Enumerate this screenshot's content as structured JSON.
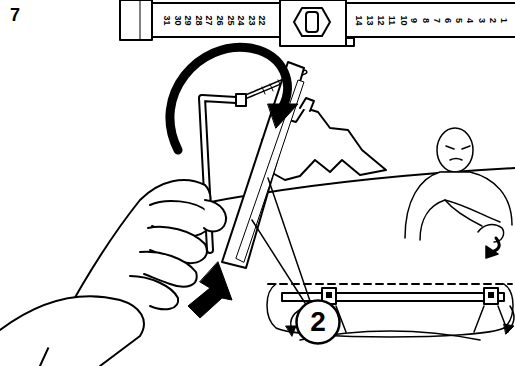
{
  "diagram": {
    "nodes": [
      {
        "text": [
          "2"
        ]
      }
    ],
    "labels": [
      "7",
      "31",
      "30",
      "29",
      "28",
      "27",
      "26",
      "25",
      "24",
      "23",
      "22",
      "14",
      "13",
      "12",
      "11",
      "10",
      "9",
      "8",
      "7",
      "6",
      "5",
      "4",
      "3",
      "2",
      "1"
    ]
  }
}
